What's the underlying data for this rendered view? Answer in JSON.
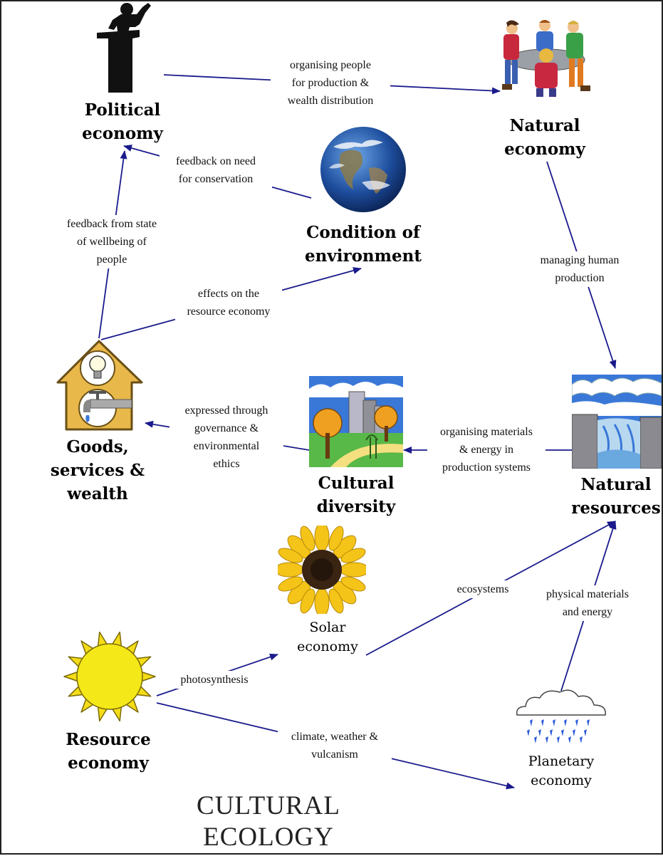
{
  "title": "CULTURAL\nECOLOGY",
  "nodes": {
    "political_economy": "Political\neconomy",
    "natural_economy": "Natural\neconomy",
    "condition_of_environment": "Condition of\nenvironment",
    "goods_services_wealth": "Goods,\nservices &\nwealth",
    "cultural_diversity": "Cultural\ndiversity",
    "natural_resources": "Natural\nresources",
    "solar_economy": "Solar\neconomy",
    "resource_economy": "Resource\neconomy",
    "planetary_economy": "Planetary\neconomy"
  },
  "edges": {
    "organising_people": "organising people\nfor production &\nwealth distribution",
    "feedback_conservation": "feedback on need\nfor conservation",
    "feedback_wellbeing": "feedback from state\nof wellbeing of\npeople",
    "effects_resource": "effects on the\nresource economy",
    "managing_production": "managing human\nproduction",
    "expressed_governance": "expressed through\ngovernance &\nenvironmental\nethics",
    "organising_materials": "organising materials\n& energy in\nproduction systems",
    "ecosystems": "ecosystems",
    "physical_materials": "physical materials\nand energy",
    "photosynthesis": "photosynthesis",
    "climate_weather": "climate, weather &\nvulcanism"
  },
  "icons": {
    "political_economy": "speaker-at-podium-icon",
    "natural_economy": "people-around-table-icon",
    "condition_of_environment": "earth-globe-icon",
    "goods_services_wealth": "house-with-lightbulb-and-tap-icon",
    "cultural_diversity": "city-park-icon",
    "natural_resources": "waterfall-landscape-icon",
    "solar_economy": "sunflower-icon",
    "resource_economy": "sun-icon",
    "planetary_economy": "rain-cloud-icon"
  },
  "colors": {
    "arrow": "#1a1a8c",
    "border": "#222222"
  }
}
